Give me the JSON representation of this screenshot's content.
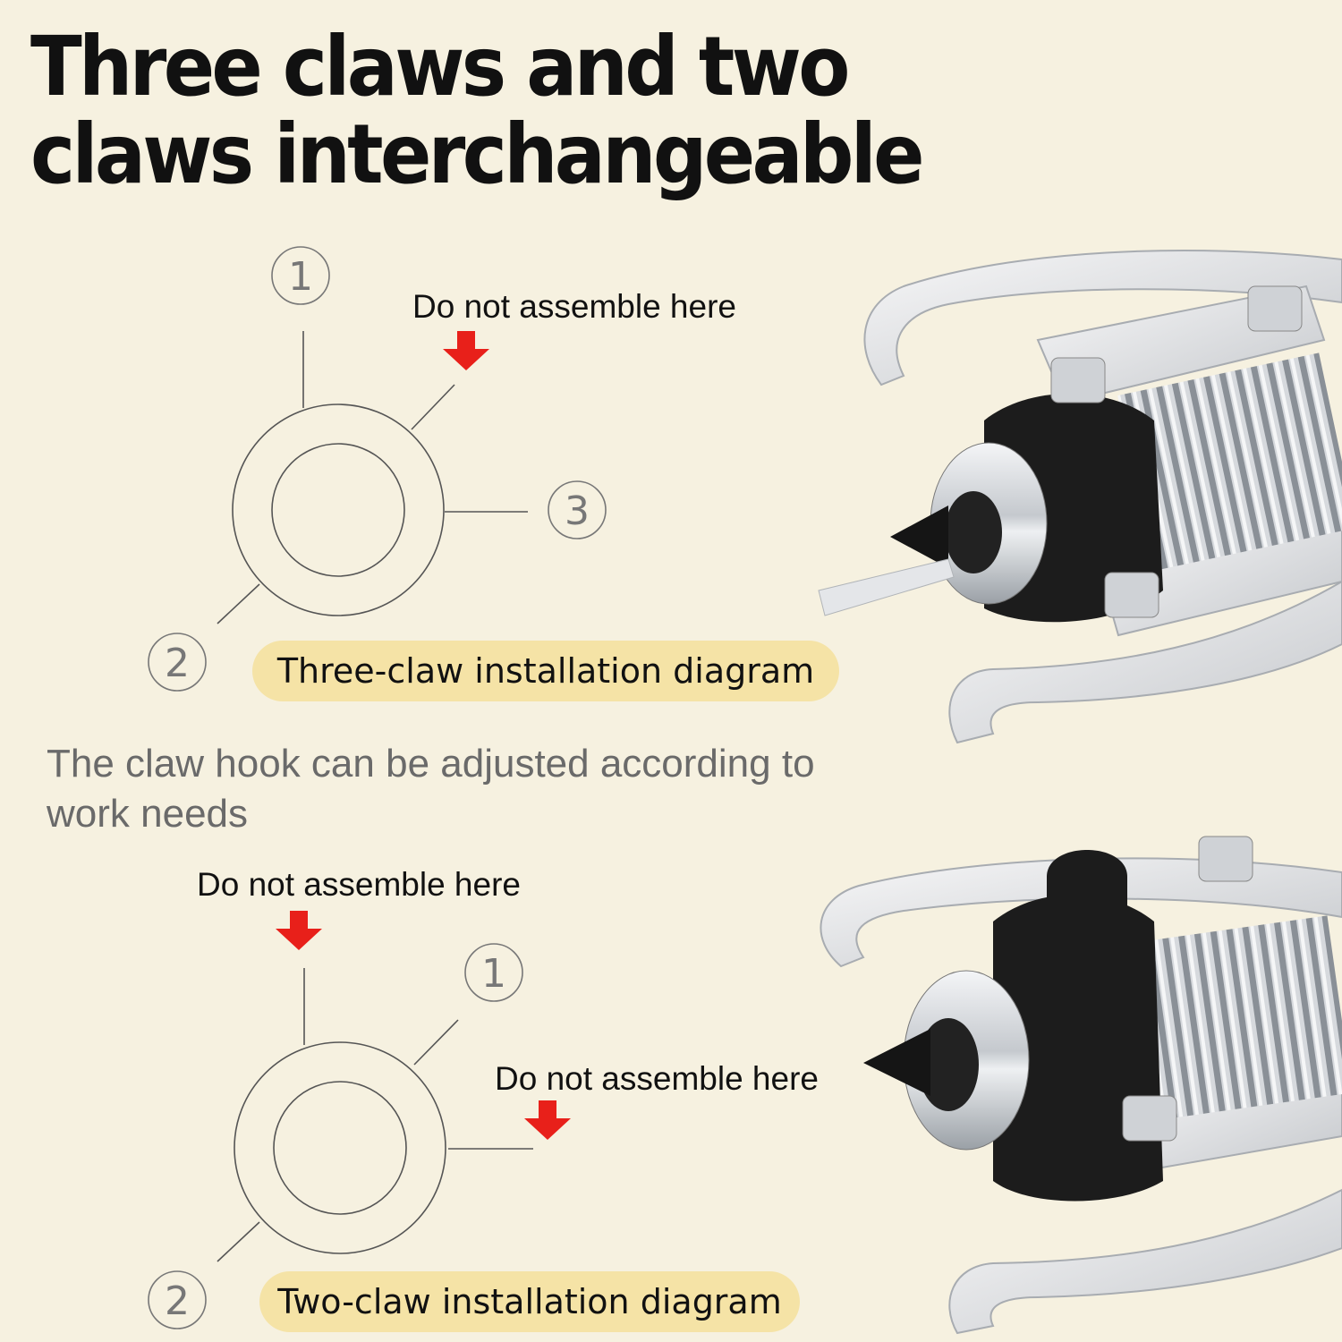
{
  "headline": {
    "line1": "Three claws and two",
    "line2": "claws interchangeable"
  },
  "three_claw": {
    "labels": [
      "1",
      "2",
      "3"
    ],
    "warning": "Do not assemble here",
    "caption": "Three-claw installation diagram"
  },
  "note": "The claw hook can be adjusted according to work needs",
  "two_claw": {
    "labels": [
      "1",
      "2"
    ],
    "warning_top": "Do not assemble here",
    "warning_right": "Do not assemble here",
    "caption": "Two-claw installation diagram"
  },
  "colors": {
    "background": "#f6f1e0",
    "pill": "#f5e3a6",
    "arrow": "#e8201a",
    "chrome": "#c9ccd0",
    "steel_dark": "#1c1c1c"
  },
  "photos": {
    "top": "three-claw-gear-puller",
    "bottom": "two-claw-gear-puller"
  }
}
